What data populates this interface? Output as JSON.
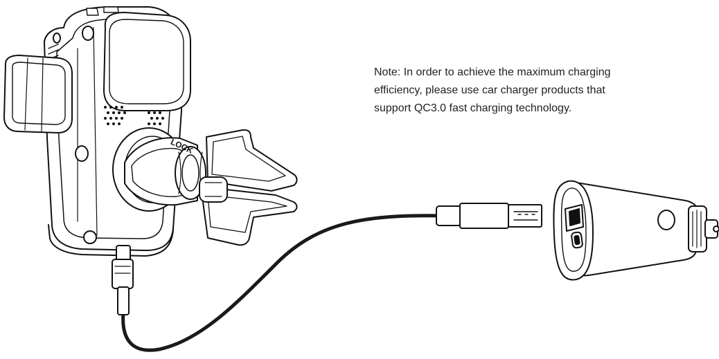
{
  "note": {
    "lines": [
      "Note: In order to achieve the maximum charging",
      "efficiency, please use car charger products that",
      "support QC3.0 fast charging technology."
    ]
  },
  "mount": {
    "lock_label": "LOCK"
  },
  "colors": {
    "line": "#111111",
    "cable": "#1a1a1a",
    "text": "#222222"
  }
}
